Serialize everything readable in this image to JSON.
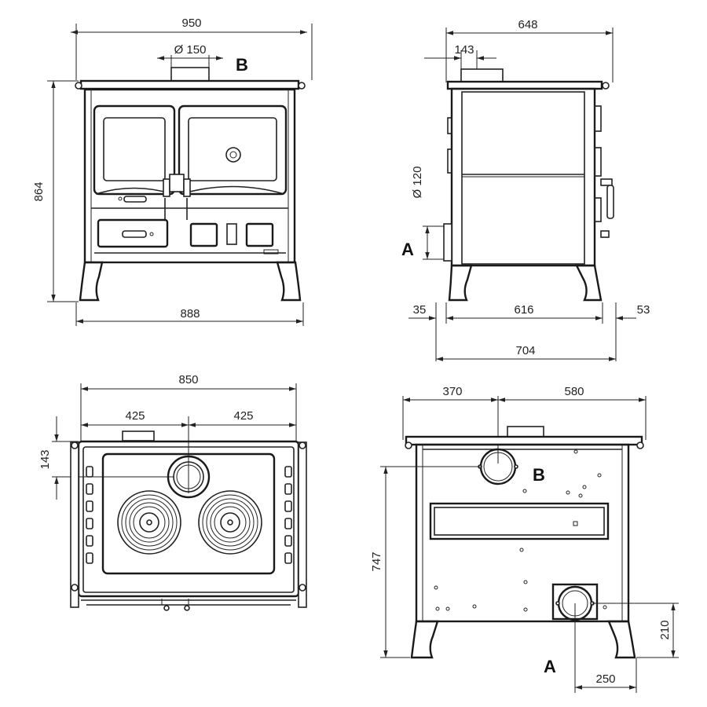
{
  "views": {
    "front": {
      "width_top": "950",
      "flue_diameter": "Ø 150",
      "flue_label": "B",
      "height": "864",
      "width_bottom": "888"
    },
    "side": {
      "depth_top": "648",
      "flue_offset": "143",
      "inlet_diameter": "Ø 120",
      "inlet_label": "A",
      "left_offset": "35",
      "body_depth": "616",
      "right_offset": "53",
      "total_depth": "704"
    },
    "top": {
      "width": "850",
      "half_left": "425",
      "half_right": "425",
      "flue_offset": "143"
    },
    "back": {
      "flue_left": "370",
      "flue_right": "580",
      "flue_label": "B",
      "flue_height": "747",
      "inlet_label": "A",
      "inlet_height": "210",
      "inlet_offset": "250"
    }
  },
  "colors": {
    "line": "#222222",
    "background": "#ffffff"
  }
}
